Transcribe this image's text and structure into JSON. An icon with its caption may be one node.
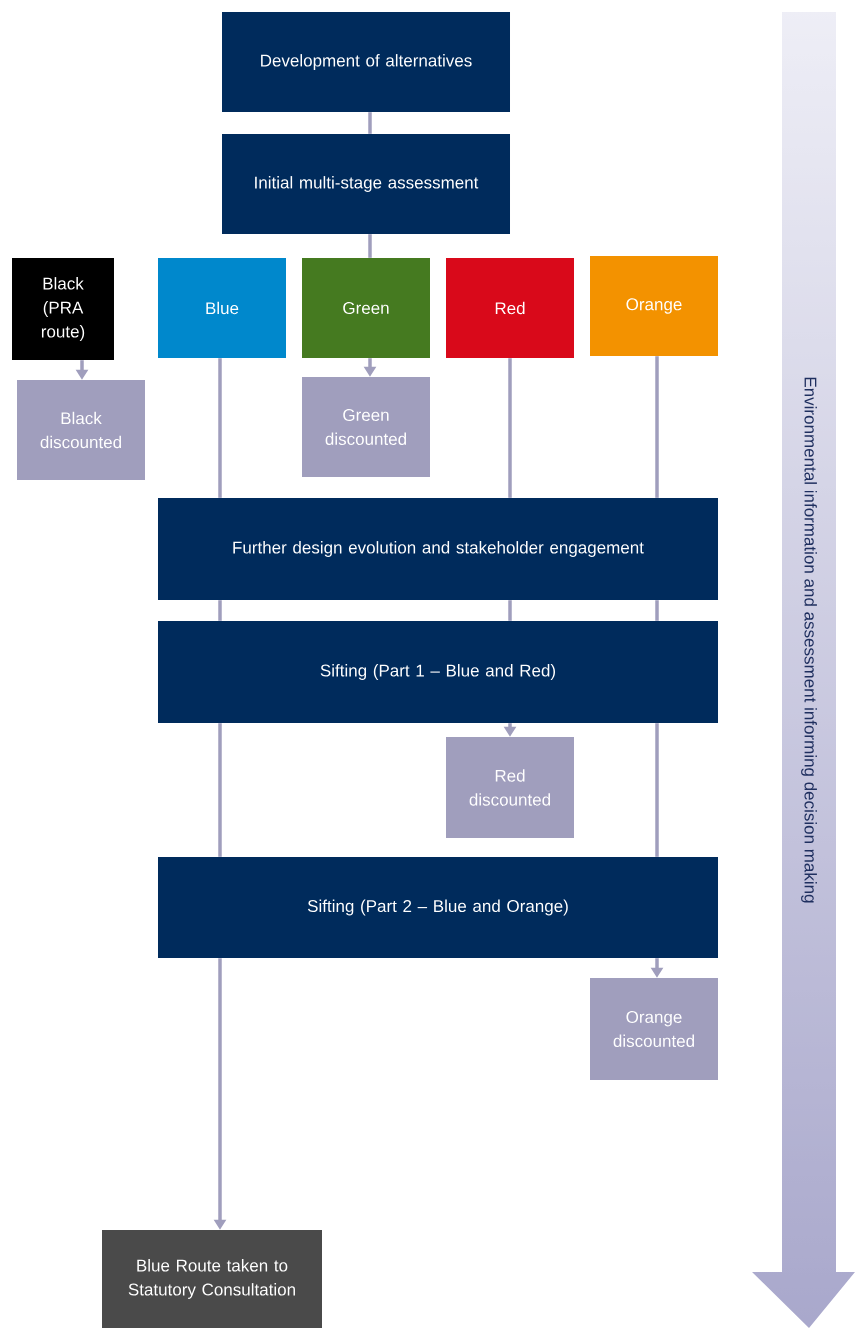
{
  "diagram": {
    "nodes": [
      {
        "text": [
          "Development of alternatives"
        ]
      },
      {
        "text": [
          "Initial multi-stage assessment"
        ]
      },
      {
        "text": [
          "Black (PRA route)"
        ]
      },
      {
        "text": [
          "Blue"
        ]
      },
      {
        "text": [
          "Green"
        ]
      },
      {
        "text": [
          "Red"
        ]
      },
      {
        "text": [
          "Orange"
        ]
      },
      {
        "text": [
          "Black discounted"
        ]
      },
      {
        "text": [
          "Green discounted"
        ]
      },
      {
        "text": [
          "Further design evolution and stakeholder engagement"
        ]
      },
      {
        "text": [
          "Sifting (Part 1 – Blue and Red)"
        ]
      },
      {
        "text": [
          "Red discounted"
        ]
      },
      {
        "text": [
          "Sifting (Part 2 – Blue and Orange)"
        ]
      },
      {
        "text": [
          "Orange discounted"
        ]
      },
      {
        "text": [
          "Blue Route taken to Statutory Consultation"
        ]
      },
      {
        "text": [
          "Environmental information and assessment informing decision making"
        ]
      }
    ],
    "edges": [
      {
        "from": 0,
        "to": 1,
        "arrow": "none"
      },
      {
        "from": 1,
        "to": 4,
        "arrow": "none"
      },
      {
        "from": 2,
        "to": 7,
        "arrow": "to"
      },
      {
        "from": 4,
        "to": 8,
        "arrow": "to"
      },
      {
        "from": 3,
        "to": 9,
        "arrow": "none"
      },
      {
        "from": 5,
        "to": 9,
        "arrow": "none"
      },
      {
        "from": 6,
        "to": 9,
        "arrow": "none"
      },
      {
        "from": 9,
        "to": 10,
        "arrow": "none"
      },
      {
        "from": 9,
        "to": 10,
        "arrow": "none"
      },
      {
        "from": 9,
        "to": 10,
        "arrow": "none"
      },
      {
        "from": 10,
        "to": 11,
        "arrow": "to"
      },
      {
        "from": 10,
        "to": 12,
        "arrow": "none"
      },
      {
        "from": 10,
        "to": 12,
        "arrow": "none"
      },
      {
        "from": 12,
        "to": 13,
        "arrow": "to"
      },
      {
        "from": 12,
        "to": 14,
        "arrow": "to"
      }
    ]
  }
}
